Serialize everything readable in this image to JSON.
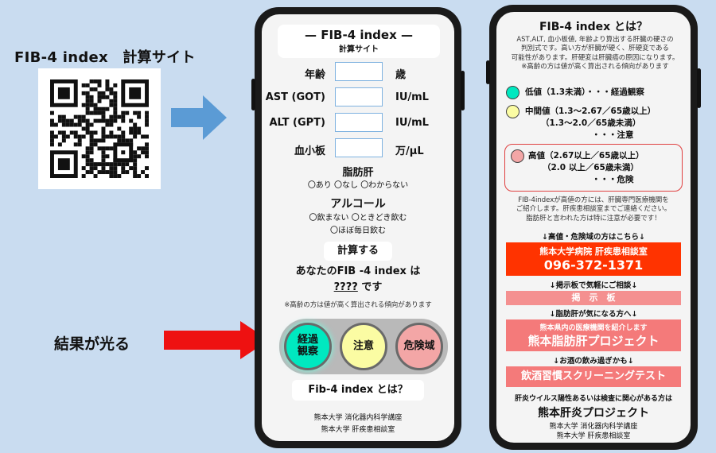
{
  "left": {
    "site_title": "FIB-4 index　計算サイト",
    "result_label": "結果が光る"
  },
  "colors": {
    "background": "#c9dcf0",
    "arrow_blue": "#5b9bd5",
    "arrow_red": "#ee1111",
    "green": "#00e8c0",
    "yellow": "#fbfca3",
    "red": "#f3a6a6",
    "banner_red": "#ff3300",
    "banner_pink": "#f47a7a"
  },
  "phone1": {
    "title": "FIB-4 index",
    "subtitle": "計算サイト",
    "fields": [
      {
        "label": "年齢",
        "unit": "歳",
        "value": ""
      },
      {
        "label": "AST (GOT)",
        "unit": "IU/mL",
        "value": ""
      },
      {
        "label": "ALT (GPT)",
        "unit": "IU/mL",
        "value": ""
      },
      {
        "label": "血小板",
        "unit": "万/μL",
        "value": ""
      }
    ],
    "fatty_liver_label": "脂肪肝",
    "fatty_liver_options": [
      "〇あり",
      "〇なし",
      "〇わからない"
    ],
    "alcohol_label": "アルコール",
    "alcohol_options": [
      "〇飲まない",
      "〇ときどき飲む",
      "〇ほぼ毎日飲む"
    ],
    "calc_button": "計算する",
    "result_prefix": "あなたのFIB -4 index は",
    "result_value": "????",
    "result_suffix": " です",
    "note": "※高齢の方は値が高く算出される傾向があります",
    "lights": {
      "green": "経過\n観察",
      "yellow": "注意",
      "red": "危険域"
    },
    "about_button": "Fib-4 index とは？",
    "footer_1": "熊本大学 消化器内科学講座",
    "footer_2": "熊本大学 肝疾患相談室"
  },
  "phone2": {
    "title": "FIB-4 index とは？",
    "desc_1": "AST,ALT, 血小板値, 年齢より算出する肝臓の硬さの",
    "desc_2": "判別式です。高い方が肝臓が硬く、肝硬変である",
    "desc_3": "可能性があります。肝硬変は肝臓癌の原因になります。",
    "desc_4": "※高齢の方は値が高く算出される傾向があります",
    "low": "低値（1.3未満）・・・経過観察",
    "mid_1": "中間値（1.3～2.67／65歳以上）",
    "mid_2": "（1.3～2.0／65歳未満）",
    "mid_3": "・・・注意",
    "high_1": "高値（2.67以上／65歳以上）",
    "high_2": "（2.0 以上／65歳未満）",
    "high_3": "・・・危険",
    "advice_1": "FIB-4indexが高値の方には、肝臓専門医療機関を",
    "advice_2": "ご紹介します。肝疾患相談室までご連絡ください。",
    "advice_3": "脂肪肝と言われた方は特に注意が必要です！",
    "sep_1": "↓高値・危険域の方はこちら↓",
    "hospital": "熊本大学病院 肝疾患相談室",
    "phone": "096-372-1371",
    "sep_2": "↓掲示板で気軽にご相談↓",
    "board": "掲　示　板",
    "sep_3": "↓脂肪肝が気になる方へ↓",
    "project_sub": "熊本県内の医療機関を紹介します",
    "project": "熊本脂肪肝プロジェクト",
    "sep_4": "↓お酒の飲み過ぎかも↓",
    "alcohol_test": "飲酒習慣スクリーニングテスト",
    "hep_note": "肝炎ウイルス陽性あるいは検査に関心がある方は",
    "hep_project": "熊本肝炎プロジェクト",
    "footer_1": "熊本大学 消化器内科学講座",
    "footer_2": "熊本大学 肝疾患相談室"
  }
}
